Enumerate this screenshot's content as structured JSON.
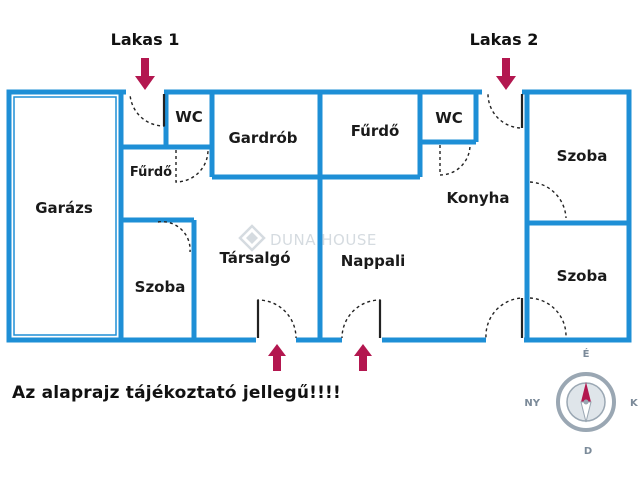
{
  "entrances": [
    {
      "label": "Lakas 1"
    },
    {
      "label": "Lakas 2"
    }
  ],
  "rooms": {
    "garazs": "Garázs",
    "wc1": "WC",
    "gardrob": "Gardrób",
    "furdo1": "Fűrdő",
    "szoba1": "Szoba",
    "tarsalgo": "Társalgó",
    "furdo2": "Fűrdő",
    "wc2": "WC",
    "konyha": "Konyha",
    "nappali": "Nappali",
    "szoba2": "Szoba",
    "szoba3": "Szoba"
  },
  "watermark": "DUNA HOUSE",
  "disclaimer": "Az alaprajz tájékoztató jellegű!!!!",
  "compass": {
    "north": "É",
    "south": "D",
    "west": "NY",
    "east": "K"
  },
  "colors": {
    "wall": "#1e8fd6",
    "arrow": "#b3174f",
    "door": "#222222"
  }
}
